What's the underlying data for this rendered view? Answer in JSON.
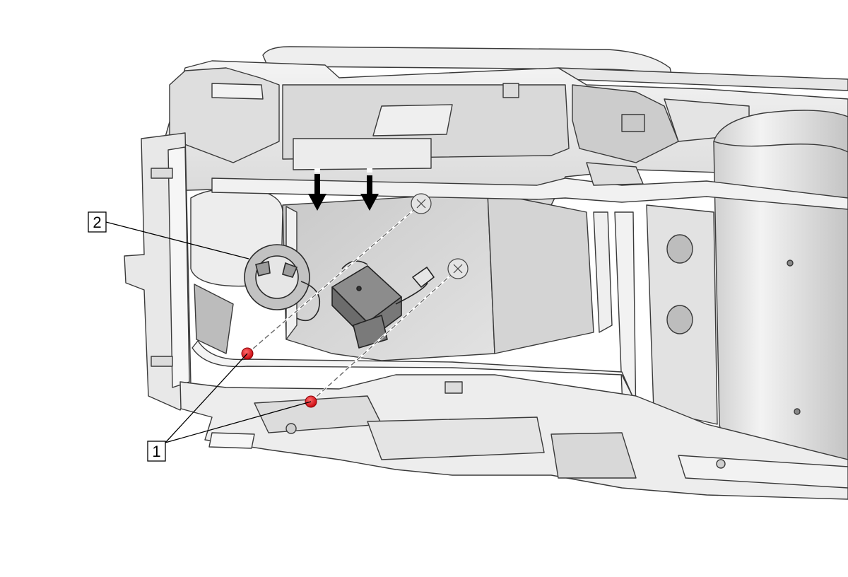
{
  "callouts": [
    {
      "id": "1",
      "label": "1",
      "meaning": "fasteners"
    },
    {
      "id": "2",
      "label": "2",
      "meaning": "component"
    }
  ],
  "colors": {
    "background": "#ffffff",
    "part_light": "#ececec",
    "part_mid": "#d6d6d6",
    "part_dark": "#9a9a9a",
    "outline": "#3a3a3a",
    "fastener_red": "#e8101a",
    "arrow": "#000000"
  },
  "icons": [
    "down-arrow-icon",
    "fastener-marker-icon"
  ]
}
